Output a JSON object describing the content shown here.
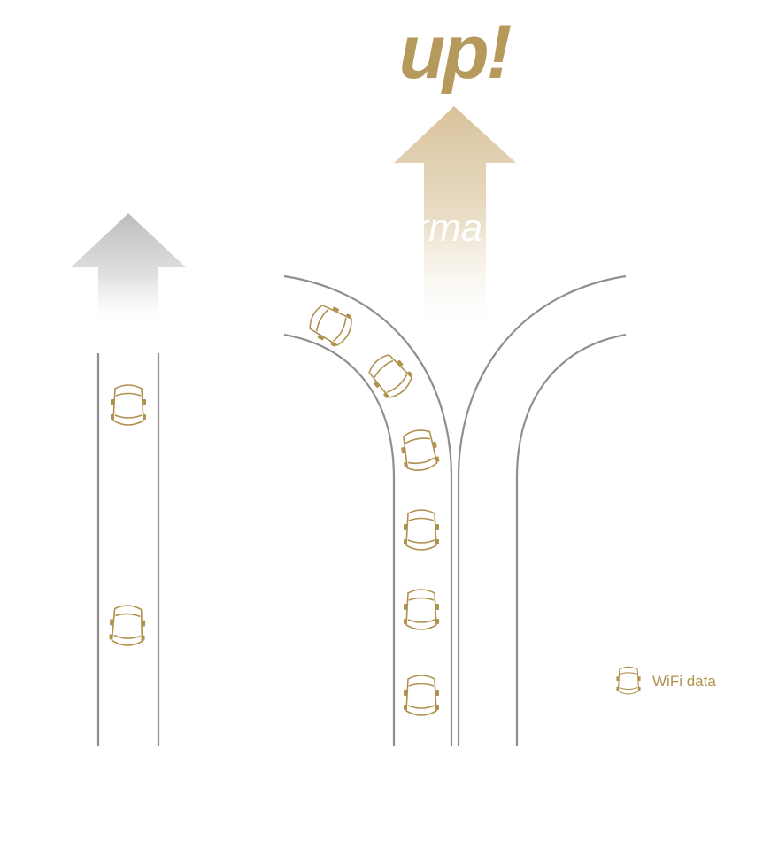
{
  "headline": "up!",
  "arrow_caption_fragment": "orma",
  "legend": {
    "icon": "car-icon",
    "label": "WiFi data"
  },
  "colors": {
    "gold": "#b59a5c",
    "gold_light": "#d8c29b",
    "gray_arrow": "#bcbcbc",
    "road": "#8f8f8f",
    "car": "#b0924f"
  }
}
